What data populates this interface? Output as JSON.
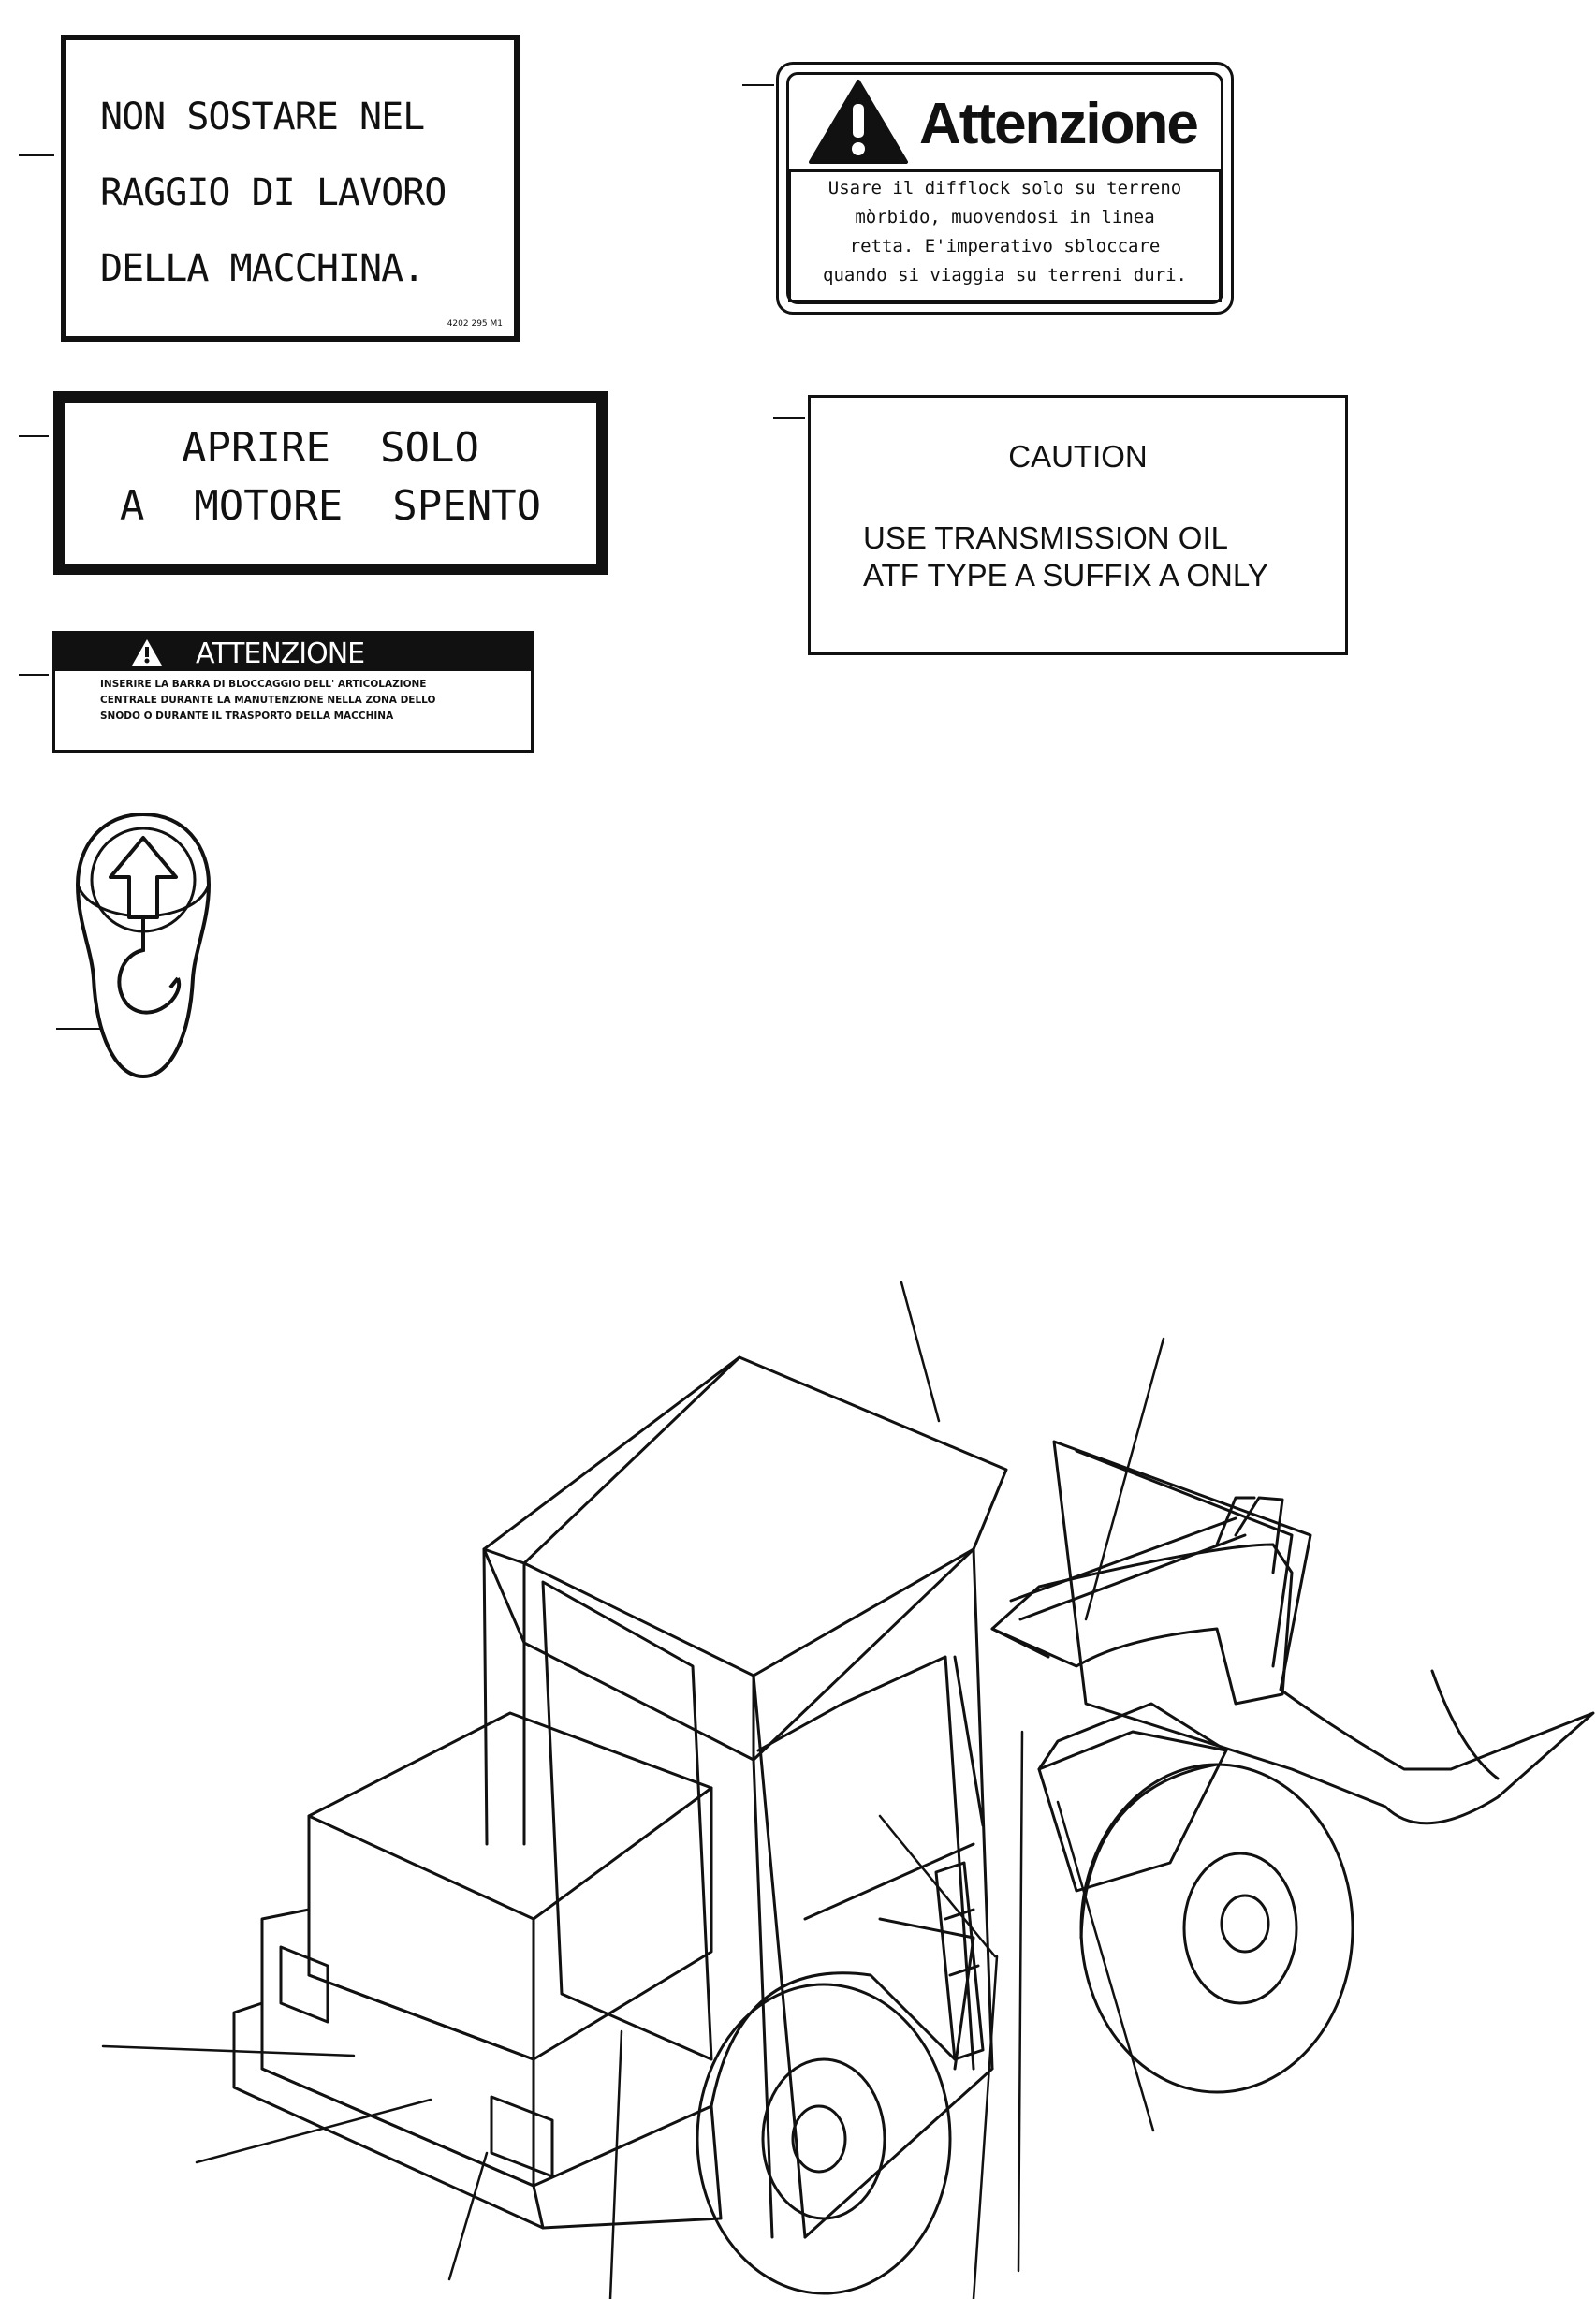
{
  "decals": {
    "no_standing": {
      "lines": [
        "NON SOSTARE NEL",
        "RAGGIO DI LAVORO",
        "DELLA MACCHINA."
      ],
      "code": "4202 295 M1"
    },
    "attenzione_difflock": {
      "title": "Attenzione",
      "lines": [
        "Usare il difflock solo su terreno",
        "mòrbido, muovendosi in linea",
        "retta. E'imperativo sbloccare",
        "quando si viaggia su terreni duri."
      ]
    },
    "engine_off": {
      "lines": [
        "APRIRE  SOLO",
        "A  MOTORE  SPENTO"
      ]
    },
    "transmission_oil": {
      "caption": "CAUTION",
      "lines": [
        "USE TRANSMISSION OIL",
        "ATF TYPE A SUFFIX A ONLY"
      ]
    },
    "attenzione_articulation": {
      "title": "ATTENZIONE",
      "lines": [
        "INSERIRE LA BARRA DI BLOCCAGGIO DELL' ARTICOLAZIONE",
        "CENTRALE DURANTE LA MANUTENZIONE NELLA ZONA DELLO",
        "SNODO O DURANTE IL TRASPORTO DELLA MACCHINA"
      ]
    }
  },
  "icons": {
    "warning": "warning-triangle-icon",
    "lifting": "lifting-hook-icon"
  }
}
